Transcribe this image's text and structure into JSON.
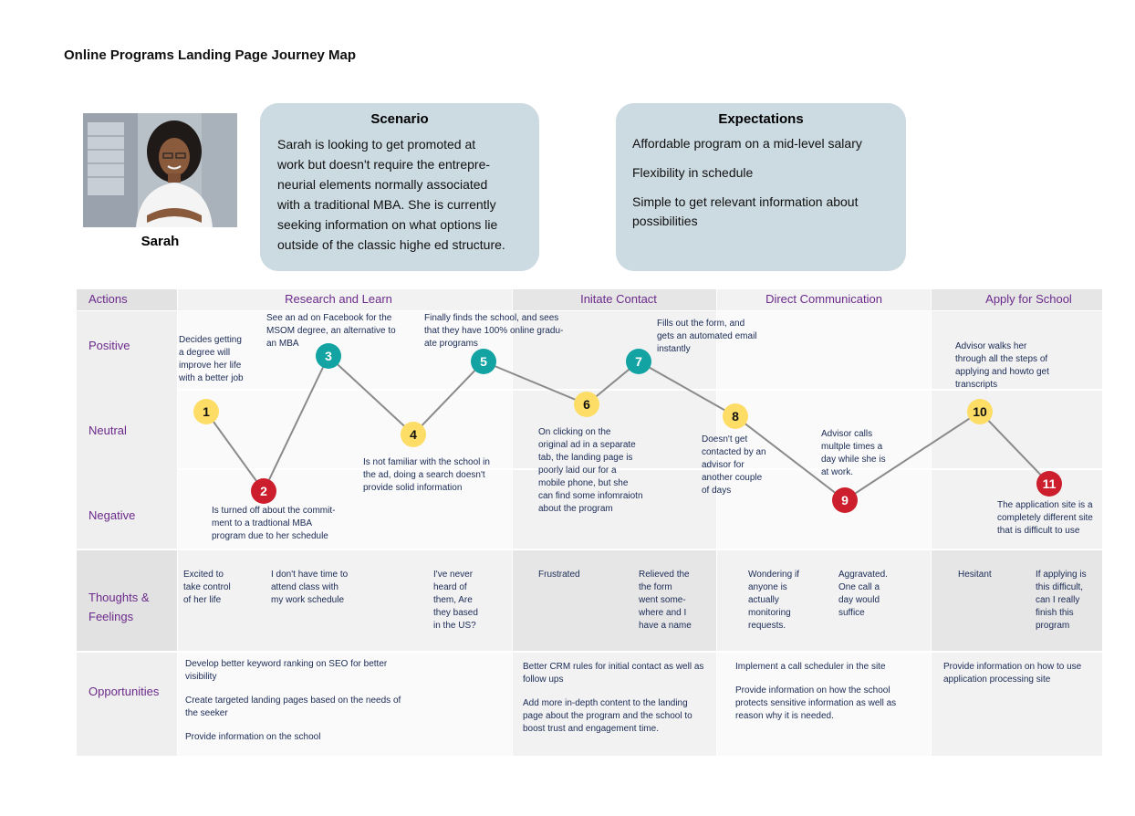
{
  "page_title": "Online Programs Landing Page Journey Map",
  "persona": {
    "name": "Sarah"
  },
  "scenario": {
    "title": "Scenario",
    "lines": [
      "Sarah is looking to get promoted at",
      "work but doesn't require the entrepre-",
      "neurial elements normally associated",
      "with a traditional MBA. She is currently",
      "seeking information on what options lie",
      "outside of the classic highe ed structure."
    ]
  },
  "expectations": {
    "title": "Expectations",
    "items": [
      "Affordable program on a mid-level salary",
      "Flexibility in schedule",
      "Simple to get relevant information about possibilities"
    ]
  },
  "row_labels": {
    "actions": "Actions",
    "positive": "Positive",
    "neutral": "Neutral",
    "negative": "Negative",
    "thoughts_line1": "Thoughts &",
    "thoughts_line2": "Feelings",
    "opportunities": "Opportunities"
  },
  "phases": [
    "Research and Learn",
    "Initate Contact",
    "Direct Communication",
    "Apply for School"
  ],
  "colors": {
    "positive": "#13a3a3",
    "neutral": "#fddd66",
    "negative": "#cc1e2c",
    "label": "#6b2a8b",
    "note": "#1a2a55",
    "line": "#8a8a8a"
  },
  "journey": [
    {
      "n": "1",
      "level": "neutral"
    },
    {
      "n": "2",
      "level": "negative"
    },
    {
      "n": "3",
      "level": "positive"
    },
    {
      "n": "4",
      "level": "neutral"
    },
    {
      "n": "5",
      "level": "positive"
    },
    {
      "n": "6",
      "level": "neutral"
    },
    {
      "n": "7",
      "level": "positive"
    },
    {
      "n": "8",
      "level": "neutral"
    },
    {
      "n": "9",
      "level": "negative"
    },
    {
      "n": "10",
      "level": "neutral"
    },
    {
      "n": "11",
      "level": "negative"
    }
  ],
  "steps": [
    [
      "Decides getting",
      "a degree will",
      "improve her life",
      "with a better job"
    ],
    [
      "Is turned off about the commit-",
      "ment to a tradtional MBA",
      "program due to her schedule"
    ],
    [
      "See an ad on Facebook for the",
      "MSOM degree, an alternative to",
      "an MBA"
    ],
    [
      "Is not familiar with the school in",
      "the ad, doing a search doesn't",
      "provide solid information"
    ],
    [
      "Finally finds the school, and sees",
      "that they have 100% online gradu-",
      "ate programs"
    ],
    [
      "On clicking on the",
      "original ad in a separate",
      "tab, the landing page is",
      "poorly laid our for a",
      "mobile phone, but she",
      "can find some infomraiotn",
      "about the program"
    ],
    [
      "Fills out the form, and",
      "gets an automated email",
      "instantly"
    ],
    [
      "Doesn't get",
      "contacted by an",
      "advisor for",
      "another couple",
      "of days"
    ],
    [
      "Advisor calls",
      "multple times a",
      "day while she is",
      "at work."
    ],
    [
      "Advisor walks her",
      "through all the steps of",
      "applying and howto get",
      "transcripts"
    ],
    [
      "The application site is a",
      "completely different site",
      "that is difficult to use"
    ]
  ],
  "thoughts": [
    [
      "Excited to",
      "take control",
      "of her life"
    ],
    [
      "I don't have time to",
      "attend class with",
      "my work schedule"
    ],
    [
      "I've never",
      "heard of",
      "them, Are",
      "they based",
      "in the US?"
    ],
    [
      "Frustrated"
    ],
    [
      "Relieved the",
      "the form",
      "went some-",
      "where and I",
      "have a name"
    ],
    [
      "Wondering if",
      "anyone is",
      "actually",
      "monitoring",
      "requests."
    ],
    [
      "Aggravated.",
      "One call a",
      "day would",
      "suffice"
    ],
    [
      "Hesitant"
    ],
    [
      "If applying is",
      "this difficult,",
      "can I really",
      "finish this",
      "program"
    ]
  ],
  "opportunities": [
    [
      [
        "Develop better keyword ranking on SEO for better",
        "visibility"
      ],
      [
        "Create targeted landing pages based on the needs of",
        "the seeker"
      ],
      [
        "Provide information on the school"
      ]
    ],
    [
      [
        "Better CRM rules for initial contact as well as",
        "follow ups"
      ],
      [
        "Add more in-depth content to the landing",
        "page about the program and the school to",
        "boost trust and engagement time."
      ]
    ],
    [
      [
        "Implement a call scheduler in the site"
      ],
      [
        "Provide information on how the school",
        "protects sensitive information as well as",
        "reason why it is needed."
      ]
    ],
    [
      [
        "Provide information on how to use",
        "application processing site"
      ]
    ]
  ]
}
